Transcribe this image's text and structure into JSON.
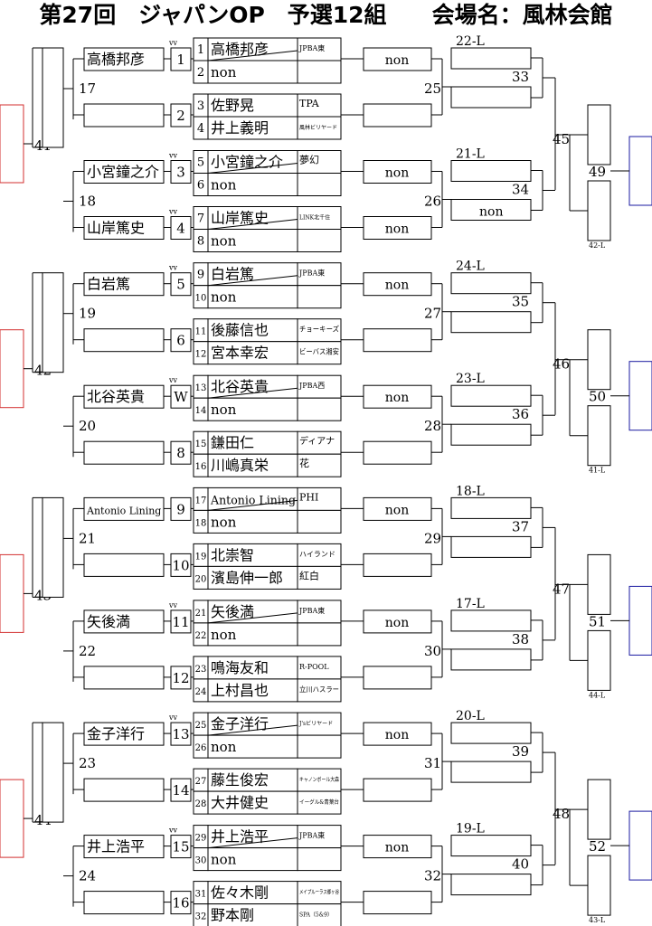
{
  "title": "第27回　ジャパンOP　予選12組　　会場名：風林会館",
  "bye_mark": "vv",
  "sections": [
    {
      "final_match": "41",
      "winner_match": "49",
      "loss_note": "42-L",
      "left_matches": [
        "17",
        "18"
      ],
      "right_matches": [
        "25",
        "26",
        "33",
        "34",
        "45"
      ],
      "groups": [
        {
          "seat_players": [
            "高橋邦彦",
            ""
          ],
          "r1_matches": [
            "1",
            "2"
          ],
          "bye": [
            true,
            false
          ],
          "entries": [
            {
              "no": "1",
              "name": "高橋邦彦",
              "club": "JPBA東"
            },
            {
              "no": "2",
              "name": "non",
              "club": ""
            },
            {
              "no": "3",
              "name": "佐野晃",
              "club": "TPA"
            },
            {
              "no": "4",
              "name": "井上義明",
              "club": "風林ビリヤード"
            }
          ],
          "r2_results": [
            "non",
            ""
          ],
          "loser_in": [
            "22-L",
            "33"
          ]
        },
        {
          "seat_players": [
            "小宮鐘之介",
            "山岸篤史"
          ],
          "r1_matches": [
            "3",
            "4"
          ],
          "bye": [
            true,
            true
          ],
          "entries": [
            {
              "no": "5",
              "name": "小宮鐘之介",
              "club": "夢幻"
            },
            {
              "no": "6",
              "name": "non",
              "club": ""
            },
            {
              "no": "7",
              "name": "山岸篤史",
              "club": "LINK北千住"
            },
            {
              "no": "8",
              "name": "non",
              "club": ""
            }
          ],
          "r2_results": [
            "non",
            "non"
          ],
          "loser_in": [
            "21-L",
            "34"
          ],
          "extra": "non"
        }
      ]
    },
    {
      "final_match": "42",
      "winner_match": "50",
      "loss_note": "41-L",
      "left_matches": [
        "19",
        "20"
      ],
      "right_matches": [
        "27",
        "28",
        "35",
        "36",
        "46"
      ],
      "groups": [
        {
          "seat_players": [
            "白岩篤",
            ""
          ],
          "r1_matches": [
            "5",
            "6"
          ],
          "bye": [
            true,
            false
          ],
          "entries": [
            {
              "no": "9",
              "name": "白岩篤",
              "club": "JPBA東"
            },
            {
              "no": "10",
              "name": "non",
              "club": ""
            },
            {
              "no": "11",
              "name": "後藤信也",
              "club": "チョーキーズ"
            },
            {
              "no": "12",
              "name": "宮本幸宏",
              "club": "ビーバス湘安"
            }
          ],
          "r2_results": [
            "non",
            ""
          ],
          "loser_in": [
            "24-L",
            "35"
          ]
        },
        {
          "seat_players": [
            "北谷英貴",
            ""
          ],
          "r1_matches": [
            "W",
            "8"
          ],
          "bye": [
            true,
            false
          ],
          "entries": [
            {
              "no": "13",
              "name": "北谷英貴",
              "club": "JPBA西"
            },
            {
              "no": "14",
              "name": "non",
              "club": ""
            },
            {
              "no": "15",
              "name": "鎌田仁",
              "club": "ディアナ"
            },
            {
              "no": "16",
              "name": "川嶋真栄",
              "club": "花"
            }
          ],
          "r2_results": [
            "non",
            ""
          ],
          "loser_in": [
            "23-L",
            "36"
          ]
        }
      ]
    },
    {
      "final_match": "43",
      "winner_match": "51",
      "loss_note": "44-L",
      "left_matches": [
        "21",
        "22"
      ],
      "right_matches": [
        "29",
        "30",
        "37",
        "38",
        "47"
      ],
      "groups": [
        {
          "seat_players": [
            "Antonio Lining",
            ""
          ],
          "r1_matches": [
            "9",
            "10"
          ],
          "bye": [
            false,
            false
          ],
          "entries": [
            {
              "no": "17",
              "name": "Antonio Lining",
              "club": "PHI"
            },
            {
              "no": "18",
              "name": "non",
              "club": ""
            },
            {
              "no": "19",
              "name": "北崇智",
              "club": "ハイランド"
            },
            {
              "no": "20",
              "name": "濱島伸一郎",
              "club": "紅白"
            }
          ],
          "r2_results": [
            "non",
            ""
          ],
          "loser_in": [
            "18-L",
            "37"
          ]
        },
        {
          "seat_players": [
            "矢後満",
            ""
          ],
          "r1_matches": [
            "11",
            "12"
          ],
          "bye": [
            true,
            false
          ],
          "entries": [
            {
              "no": "21",
              "name": "矢後満",
              "club": "JPBA東"
            },
            {
              "no": "22",
              "name": "non",
              "club": ""
            },
            {
              "no": "23",
              "name": "鳴海友和",
              "club": "R-POOL"
            },
            {
              "no": "24",
              "name": "上村昌也",
              "club": "立川ハスラー"
            }
          ],
          "r2_results": [
            "non",
            ""
          ],
          "loser_in": [
            "17-L",
            "38"
          ]
        }
      ]
    },
    {
      "final_match": "44",
      "winner_match": "52",
      "loss_note": "43-L",
      "left_matches": [
        "23",
        "24"
      ],
      "right_matches": [
        "31",
        "32",
        "39",
        "40",
        "48"
      ],
      "groups": [
        {
          "seat_players": [
            "金子洋行",
            ""
          ],
          "r1_matches": [
            "13",
            "14"
          ],
          "bye": [
            true,
            false
          ],
          "entries": [
            {
              "no": "25",
              "name": "金子洋行",
              "club": "J'sビリヤード"
            },
            {
              "no": "26",
              "name": "non",
              "club": ""
            },
            {
              "no": "27",
              "name": "藤生俊宏",
              "club": "キャノンボール大森"
            },
            {
              "no": "28",
              "name": "大井健史",
              "club": "イーグル&青葉台"
            }
          ],
          "r2_results": [
            "non",
            ""
          ],
          "loser_in": [
            "20-L",
            "39"
          ]
        },
        {
          "seat_players": [
            "井上浩平",
            ""
          ],
          "r1_matches": [
            "15",
            "16"
          ],
          "bye": [
            true,
            false
          ],
          "entries": [
            {
              "no": "29",
              "name": "井上浩平",
              "club": "JPBA東"
            },
            {
              "no": "30",
              "name": "non",
              "club": ""
            },
            {
              "no": "31",
              "name": "佐々木剛",
              "club": "メイプルーラス郷ヶ谷"
            },
            {
              "no": "32",
              "name": "野本剛",
              "club": "SPA（5&9）"
            }
          ],
          "r2_results": [
            "non",
            ""
          ],
          "loser_in": [
            "19-L",
            "40"
          ]
        }
      ]
    }
  ],
  "colors": {
    "line": "#000000",
    "left_box": "#d32f2f",
    "right_box": "#1a1aa0"
  }
}
